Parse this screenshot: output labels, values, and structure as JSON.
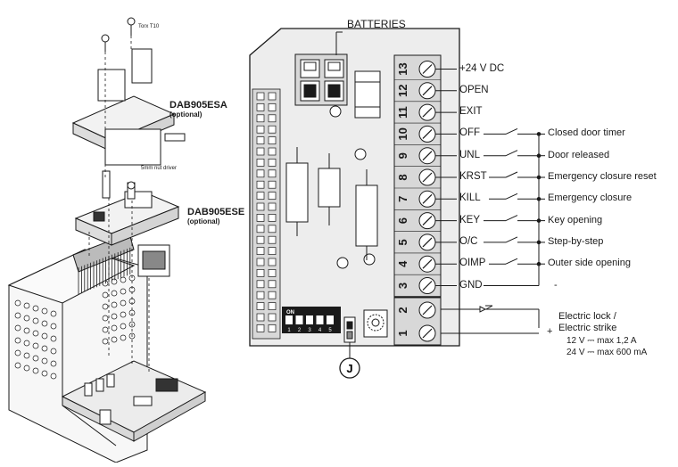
{
  "top": {
    "torx_label": "Torx T10",
    "batteries_label": "BATTERIES",
    "nut_driver_label": "5mm nut driver"
  },
  "modules": [
    {
      "model": "DAB905ESA",
      "note": "(optional)"
    },
    {
      "model": "DAB905ESE",
      "note": "(optional)"
    }
  ],
  "terminals": [
    {
      "num": "13",
      "name": "+24 V DC",
      "function": ""
    },
    {
      "num": "12",
      "name": "OPEN",
      "function": ""
    },
    {
      "num": "11",
      "name": "EXIT",
      "function": ""
    },
    {
      "num": "10",
      "name": "OFF",
      "function": "Closed door timer"
    },
    {
      "num": "9",
      "name": "UNL",
      "function": "Door released"
    },
    {
      "num": "8",
      "name": "KRST",
      "function": "Emergency closure reset"
    },
    {
      "num": "7",
      "name": "KILL",
      "function": "Emergency closure"
    },
    {
      "num": "6",
      "name": "KEY",
      "function": "Key opening"
    },
    {
      "num": "5",
      "name": "O/C",
      "function": "Step-by-step"
    },
    {
      "num": "4",
      "name": "OIMP",
      "function": "Outer side opening"
    },
    {
      "num": "3",
      "name": "GND",
      "function": "-"
    }
  ],
  "lock_terminals": [
    "2",
    "1"
  ],
  "lock": {
    "title": "Electric lock /",
    "title2": "Electric strike",
    "plus": "+",
    "spec1": "12 V ⎓ max 1,2 A",
    "spec2": "24 V ⎓ max 600 mA"
  },
  "dip": {
    "on_label": "ON",
    "numbers": [
      "1",
      "2",
      "3",
      "4",
      "5"
    ]
  },
  "jumper_label": "J",
  "colors": {
    "board": "#ededed",
    "strip": "#d8d8d8",
    "line": "#1a1a1a"
  }
}
